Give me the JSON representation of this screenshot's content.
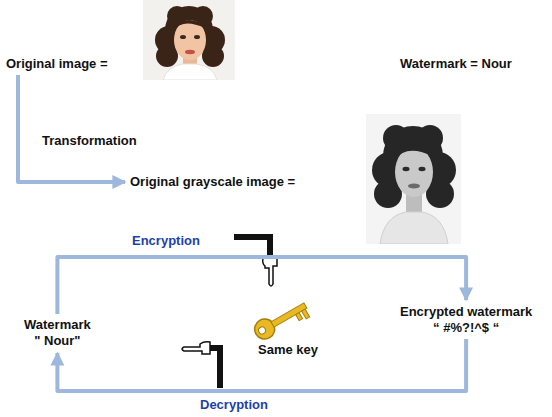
{
  "diagram": {
    "nodes": [
      {
        "text": [
          "Original image ="
        ]
      },
      {
        "text": [
          "Original grayscale image ="
        ]
      },
      {
        "text": [
          "Watermark",
          "\" Nour\""
        ]
      },
      {
        "text": [
          "Encrypted watermark",
          "“ #%?!^$ “"
        ]
      }
    ],
    "edges": [
      {
        "from": 0,
        "to": 1,
        "label": "Transformation",
        "arrow": "to"
      },
      {
        "from": 2,
        "to": 3,
        "label": "Encryption",
        "arrow": "to"
      },
      {
        "from": 3,
        "to": 2,
        "label": "Decryption",
        "arrow": "to"
      }
    ],
    "labels": [
      "Watermark = Nour",
      "Same key"
    ]
  }
}
